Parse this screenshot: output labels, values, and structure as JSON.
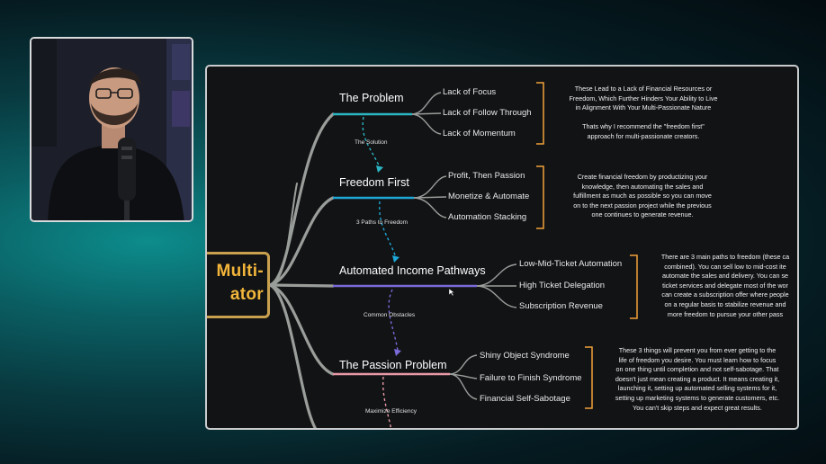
{
  "mindmap": {
    "root_label_line1": "Multi-",
    "root_label_line2": "ator",
    "topics": [
      {
        "title": "The Problem",
        "items": [
          "Lack of Focus",
          "Lack of Follow Through",
          "Lack of Momentum"
        ],
        "note": "These Lead to a Lack of Financial Resources or\nFreedom, Which Further Hinders Your Ability to Live\nin Alignment With Your Multi-Passionate Nature\n\nThats why I recommend the \"freedom first\"\napproach for multi-passionate creators."
      },
      {
        "title": "Freedom First",
        "items": [
          "Profit, Then Passion",
          "Monetize & Automate",
          "Automation Stacking"
        ],
        "note": "Create financial freedom by productizing your\nknowledge, then automating the sales and\nfulfillment as much as possible so you can move\non to the next passion project while the previous\none continues to generate revenue."
      },
      {
        "title": "Automated Income Pathways",
        "items": [
          "Low-Mid-Ticket Automation",
          "High Ticket Delegation",
          "Subscription Revenue"
        ],
        "note": "There are 3 main paths to freedom (these ca\ncombined). You can sell low to mid-cost ite\nautomate the sales and delivery. You can se\nticket services and delegate most of the wor\ncan create a subscription offer where people\non a regular basis to stabilize revenue and\nmore freedom to pursue your other pass"
      },
      {
        "title": "The Passion Problem",
        "items": [
          "Shiny Object Syndrome",
          "Failure to Finish Syndrome",
          "Financial Self-Sabotage"
        ],
        "note": "These 3 things will prevent you from ever getting to the\nlife of freedom you desire. You must learn how to focus\non one thing until completion and not self-sabotage. That\ndoesn't just mean creating a product. It means creating it,\nlaunching it, setting up automated selling systems for it,\nsetting up marketing systems to generate customers, etc.\nYou can't skip steps and expect great results."
      }
    ],
    "connectors": [
      "The Solution",
      "3 Paths to Freedom",
      "Common Obstacles",
      "Maximize Efficiency"
    ]
  },
  "colors": {
    "accent_problem": "#2bb6c4",
    "accent_freedom": "#1ea7d6",
    "accent_pathways": "#7a6ad8",
    "accent_passion": "#e79aa6",
    "bracket": "#f2a23a",
    "root_border": "#c9a04e",
    "root_text": "#f2b63a",
    "background_teal": "#0d8c8c"
  }
}
